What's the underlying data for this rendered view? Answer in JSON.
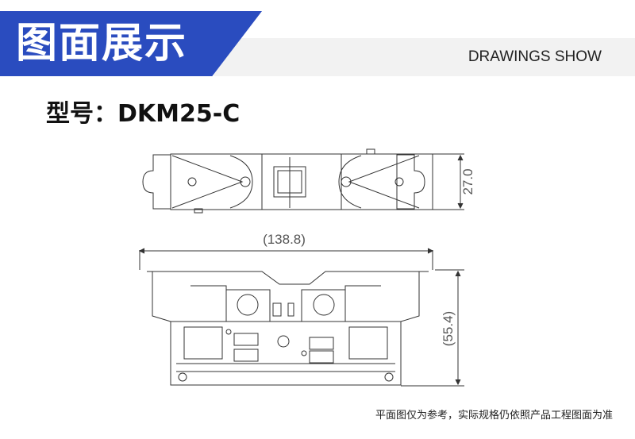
{
  "header": {
    "title": "图面展示",
    "subtitle": "DRAWINGS SHOW"
  },
  "model": {
    "label": "型号：",
    "value": "DKM25-C"
  },
  "dimensions": {
    "height_top": "27.0",
    "length": "(138.8)",
    "height_side": "(55.4)"
  },
  "footer_note": "平面图仅为参考，实际规格仍依照产品工程图面为准",
  "colors": {
    "accent": "#2a4cbf",
    "band": "#f2f2f2",
    "line": "#333333"
  }
}
